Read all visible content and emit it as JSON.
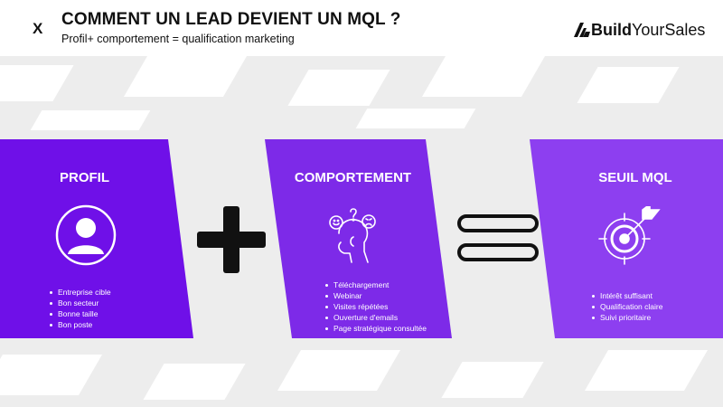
{
  "header": {
    "close_label": "X",
    "title": "COMMENT UN LEAD DEVIENT UN MQL ?",
    "subtitle": "Profil+ comportement = qualification marketing",
    "logo_text_bold": "Build",
    "logo_text_light": "YourSales"
  },
  "panels": [
    {
      "title": "PROFIL",
      "icon": "user-avatar-icon",
      "items": [
        "Entreprise cible",
        "Bon secteur",
        "Bonne taille",
        "Bon poste"
      ]
    },
    {
      "title": "COMPORTEMENT",
      "icon": "thinking-head-icon",
      "items": [
        "Téléchargement",
        "Webinar",
        "Visites répétées",
        "Ouverture d'emails",
        "Page stratégique consultée"
      ]
    },
    {
      "title": "SEUIL MQL",
      "icon": "target-arrow-icon",
      "items": [
        "Intérêt suffisant",
        "Qualification claire",
        "Suivi prioritaire"
      ]
    }
  ],
  "operators": {
    "plus": "plus-icon",
    "equals": "equals-icon"
  },
  "colors": {
    "panel1": "#6f10e8",
    "panel2": "#7d2ae8",
    "panel3": "#8d3ff0",
    "background": "#ededed",
    "text": "#111111"
  }
}
